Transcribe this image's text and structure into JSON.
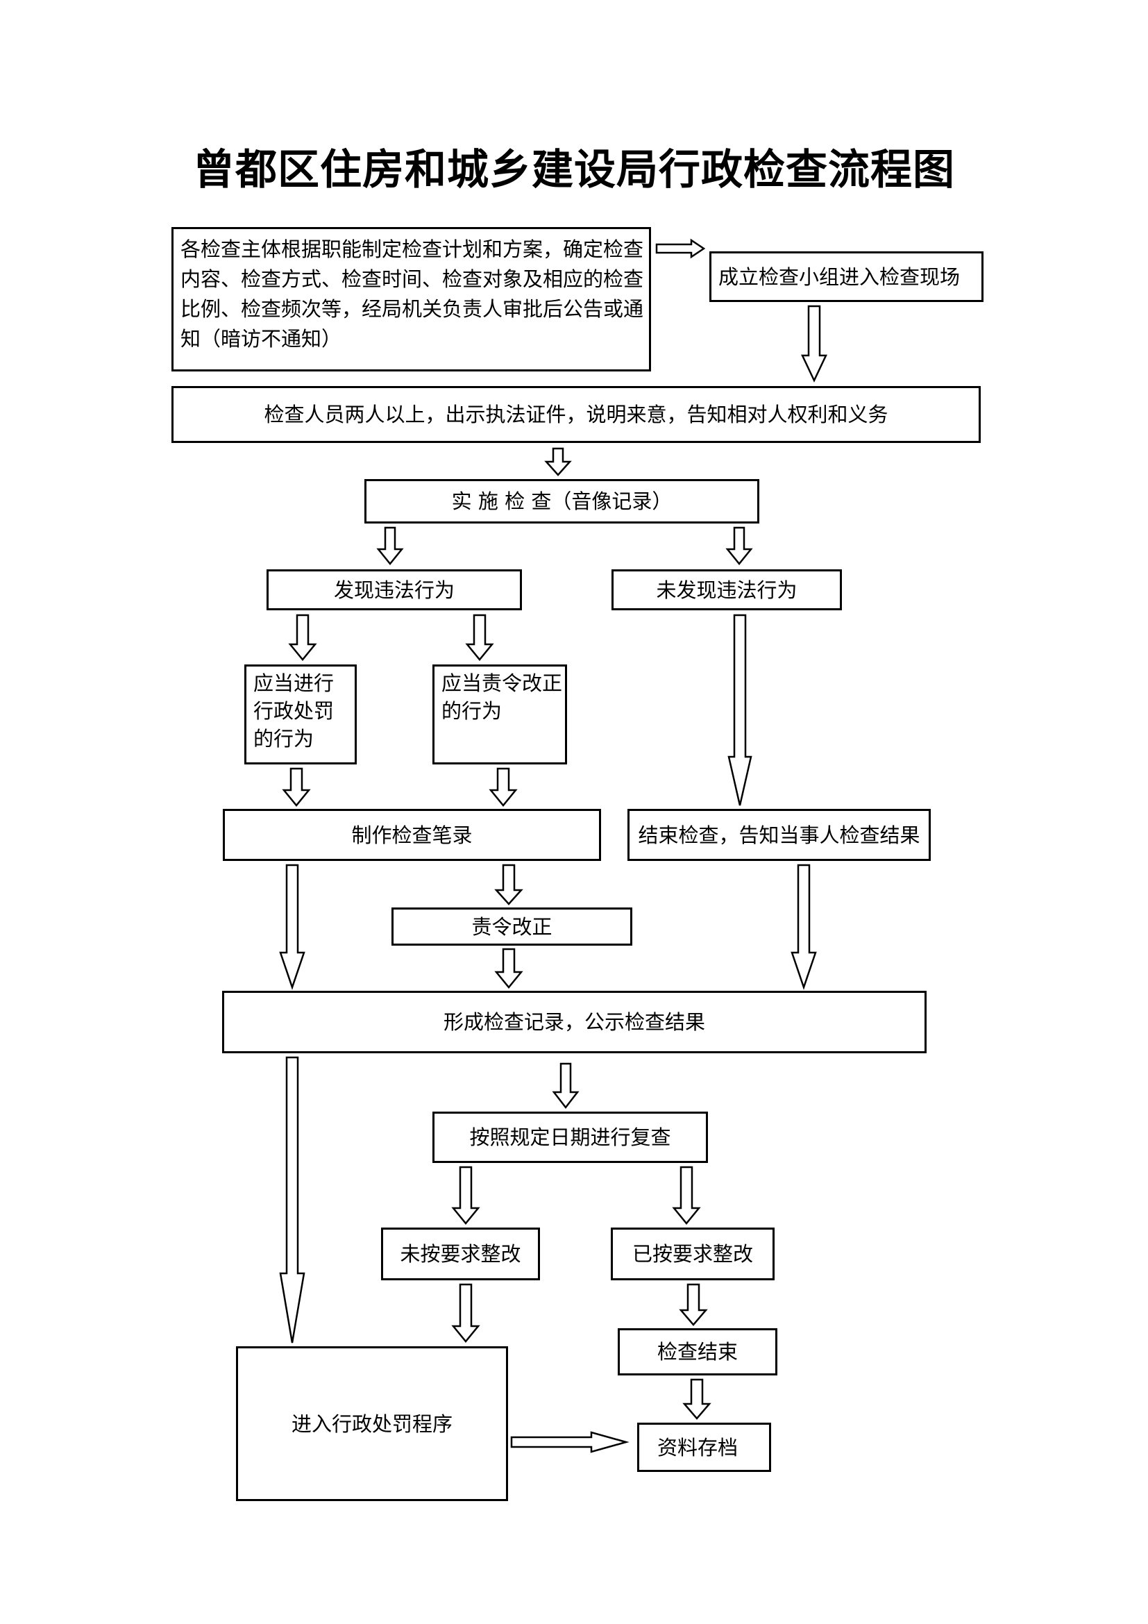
{
  "title": "曾都区住房和城乡建设局行政检查流程图",
  "nodes": {
    "plan": "各检查主体根据职能制定检查计划和方案，确定检查内容、检查方式、检查时间、检查对象及相应的检查比例、检查频次等，经局机关负责人审批后公告或通知（暗访不通知）",
    "team": "成立检查小组进入检查现场",
    "inform": "检查人员两人以上，出示执法证件，说明来意，告知相对人权利和义务",
    "implement": "实 施 检 查（音像记录）",
    "found": "发现违法行为",
    "not_found": "未发现违法行为",
    "penalty_behavior": "应当进行\n行政处罚\n的行为",
    "correct_behavior": "应当责令改正\n的行为",
    "make_record": "制作检查笔录",
    "end_notify": "结束检查，告知当事人检查结果",
    "order_correct": "责令改正",
    "form_record": "形成检查记录，公示检查结果",
    "recheck": "按照规定日期进行复查",
    "not_rectified": "未按要求整改",
    "rectified": "已按要求整改",
    "check_end": "检查结束",
    "penalty_procedure": "进入行政处罚程序",
    "archive": "资料存档"
  }
}
